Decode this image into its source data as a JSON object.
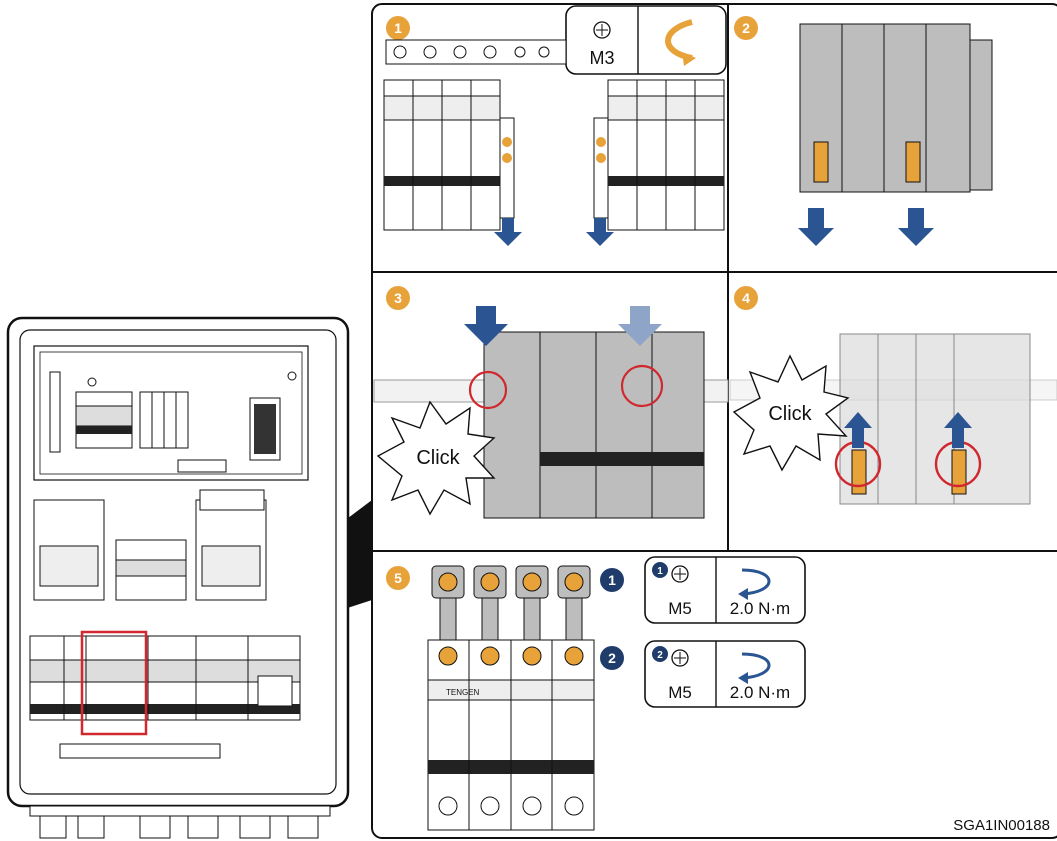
{
  "steps": {
    "s1": {
      "number": "1",
      "screw": "M3"
    },
    "s2": {
      "number": "2"
    },
    "s3": {
      "number": "3",
      "click": "Click"
    },
    "s4": {
      "number": "4",
      "click": "Click"
    },
    "s5": {
      "number": "5",
      "callout_1": "1",
      "callout_2": "2",
      "spec_1": {
        "badge": "1",
        "screw": "M5",
        "torque": "2.0 N·m"
      },
      "spec_2": {
        "badge": "2",
        "screw": "M5",
        "torque": "2.0 N·m"
      }
    }
  },
  "breaker_brand": "TENGEN",
  "document_id": "SGA1IN00188",
  "colors": {
    "step_badge": "#E8A23A",
    "callout": "#1F3C6B",
    "arrow": "#2A5592",
    "arrow_light": "#8FA5C8",
    "highlight": "#D0282E",
    "clip": "#E8A23A",
    "breaker_gray": "#BDBDBD"
  },
  "icons": {
    "screw": "phillips-screw-icon",
    "tighten": "clockwise-rotate-icon"
  }
}
